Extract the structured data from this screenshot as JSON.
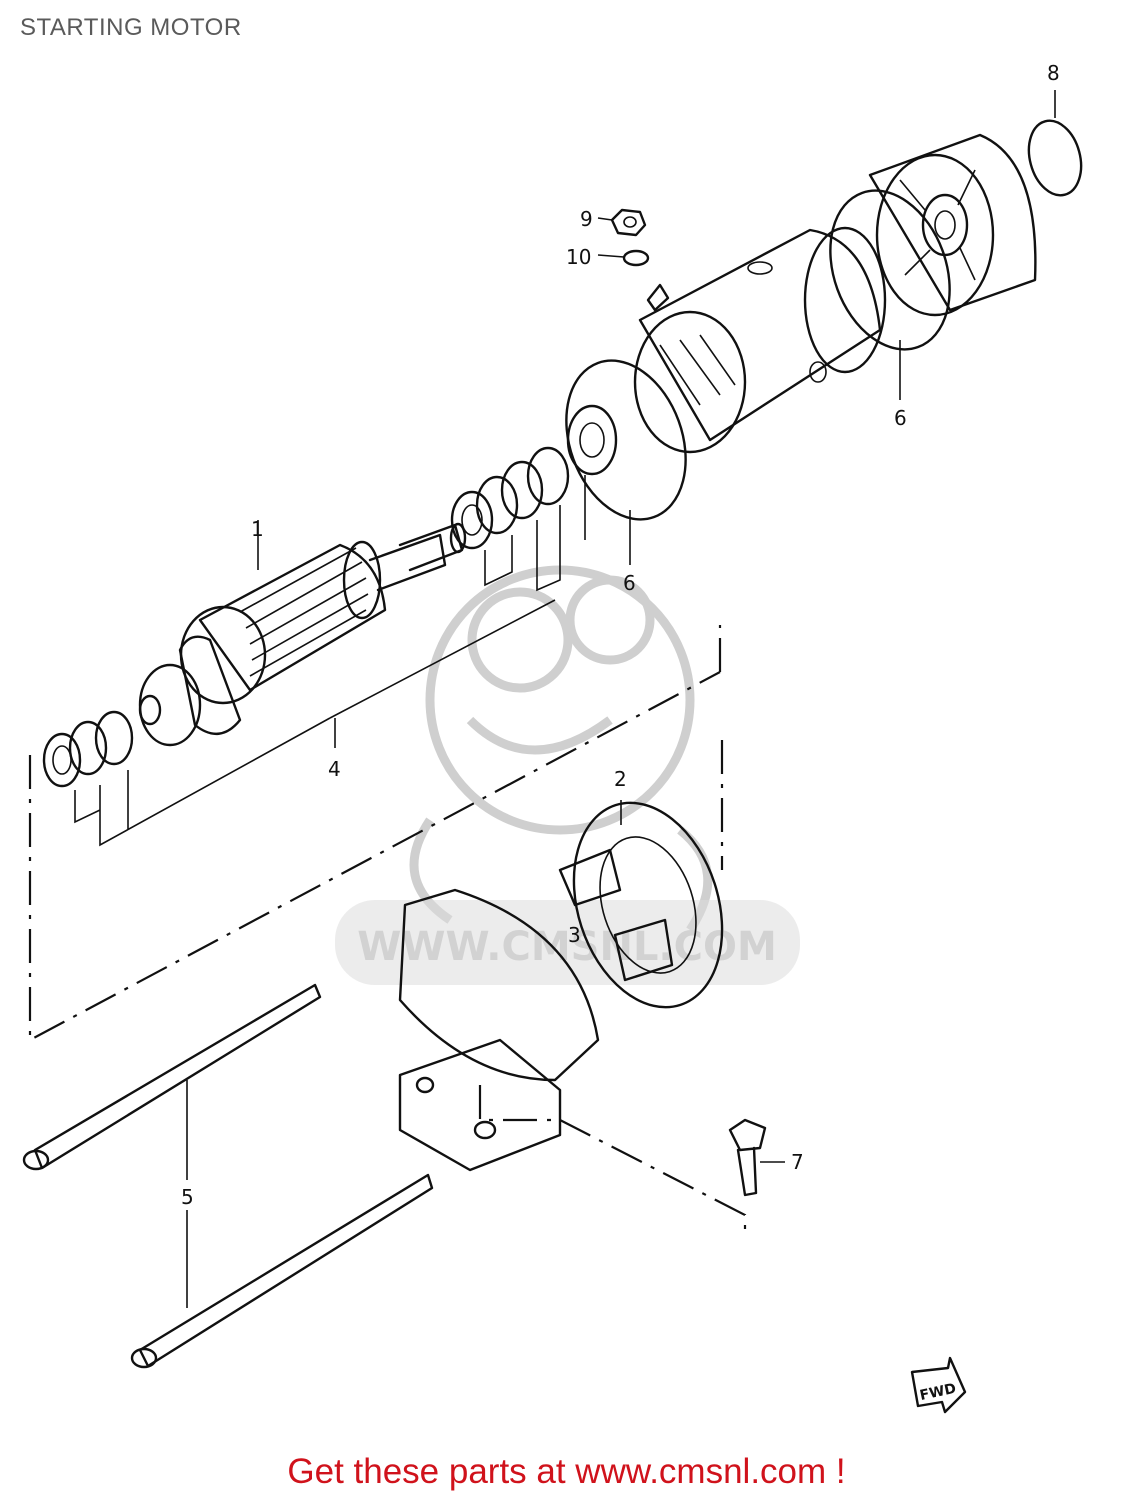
{
  "page": {
    "title": "STARTING MOTOR",
    "footer_link": "Get these parts at www.cmsnl.com !"
  },
  "watermark": {
    "text": "WWW.CMSNL.COM"
  },
  "direction_marker": "FWD",
  "colors": {
    "footer_link": "#d0121b",
    "line_art": "#111111",
    "watermark": "#cfcfcf"
  },
  "callouts": [
    {
      "id": "1",
      "label": "1"
    },
    {
      "id": "2",
      "label": "2"
    },
    {
      "id": "3",
      "label": "3"
    },
    {
      "id": "4",
      "label": "4"
    },
    {
      "id": "5",
      "label": "5"
    },
    {
      "id": "6a",
      "label": "6"
    },
    {
      "id": "6b",
      "label": "6"
    },
    {
      "id": "7",
      "label": "7"
    },
    {
      "id": "8",
      "label": "8"
    },
    {
      "id": "9",
      "label": "9"
    },
    {
      "id": "10",
      "label": "10"
    }
  ]
}
